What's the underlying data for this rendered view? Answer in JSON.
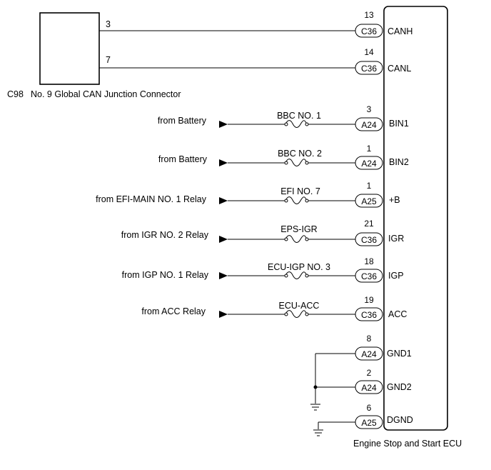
{
  "junction_connector": {
    "code": "C98",
    "name": "No. 9 Global CAN Junction Connector",
    "pins": [
      "3",
      "7"
    ]
  },
  "ecu": {
    "name": "Engine Stop and Start ECU"
  },
  "circuits": [
    {
      "source": "",
      "fuse": "",
      "connector": "C36",
      "pin": "13",
      "signal": "CANH"
    },
    {
      "source": "",
      "fuse": "",
      "connector": "C36",
      "pin": "14",
      "signal": "CANL"
    },
    {
      "source": "from Battery",
      "fuse": "BBC NO. 1",
      "connector": "A24",
      "pin": "3",
      "signal": "BIN1"
    },
    {
      "source": "from Battery",
      "fuse": "BBC NO. 2",
      "connector": "A24",
      "pin": "1",
      "signal": "BIN2"
    },
    {
      "source": "from EFI-MAIN NO. 1 Relay",
      "fuse": "EFI NO. 7",
      "connector": "A25",
      "pin": "1",
      "signal": "+B"
    },
    {
      "source": "from IGR NO. 2 Relay",
      "fuse": "EPS-IGR",
      "connector": "C36",
      "pin": "21",
      "signal": "IGR"
    },
    {
      "source": "from IGP NO. 1 Relay",
      "fuse": "ECU-IGP NO. 3",
      "connector": "C36",
      "pin": "18",
      "signal": "IGP"
    },
    {
      "source": "from ACC Relay",
      "fuse": "ECU-ACC",
      "connector": "C36",
      "pin": "19",
      "signal": "ACC"
    },
    {
      "source": "",
      "fuse": "",
      "connector": "A24",
      "pin": "8",
      "signal": "GND1"
    },
    {
      "source": "",
      "fuse": "",
      "connector": "A24",
      "pin": "2",
      "signal": "GND2"
    },
    {
      "source": "",
      "fuse": "",
      "connector": "A25",
      "pin": "6",
      "signal": "DGND"
    }
  ]
}
